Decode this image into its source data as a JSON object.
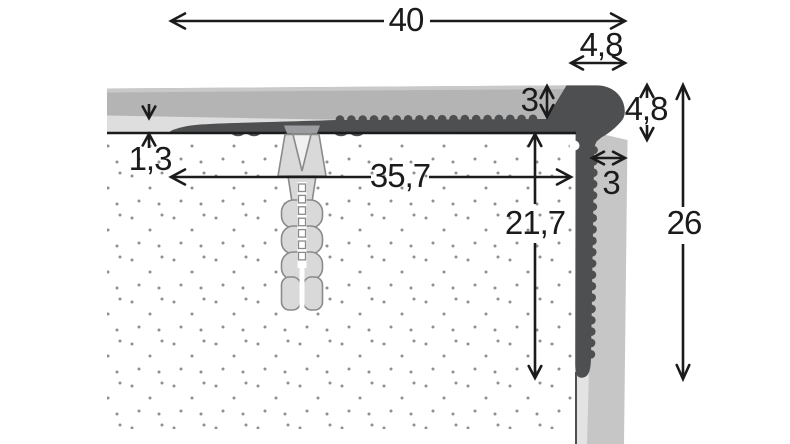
{
  "drawing": {
    "kind": "stair-nosing-profile-cross-section"
  },
  "dimensions": {
    "total_width": {
      "label": "40"
    },
    "nose_width": {
      "label": "4,8"
    },
    "covering_thickness": {
      "label": "3"
    },
    "nose_height": {
      "label": "4,8"
    },
    "base_thickness": {
      "label": "1,3"
    },
    "anchoring_leg_length": {
      "label": "35,7"
    },
    "front_leg_depth": {
      "label": "21,7"
    },
    "riser_covering_thickness": {
      "label": "3"
    },
    "total_height": {
      "label": "26"
    }
  },
  "colors": {
    "line": "#1b1b1b",
    "profile": "#4e4f51",
    "covering": "#b4b4b4",
    "covering_highlight": "#c9c9c9",
    "adhesive": "#dedede",
    "riser_covering": "#c6c6c6",
    "riser_adhesive": "#e3e3e3",
    "substrate_dot": "#8f8f8f",
    "plug_fill": "#d9d9d9",
    "plug_stroke": "#8a8a8a",
    "plug_collar": "#9b9da0",
    "background": "#ffffff"
  }
}
